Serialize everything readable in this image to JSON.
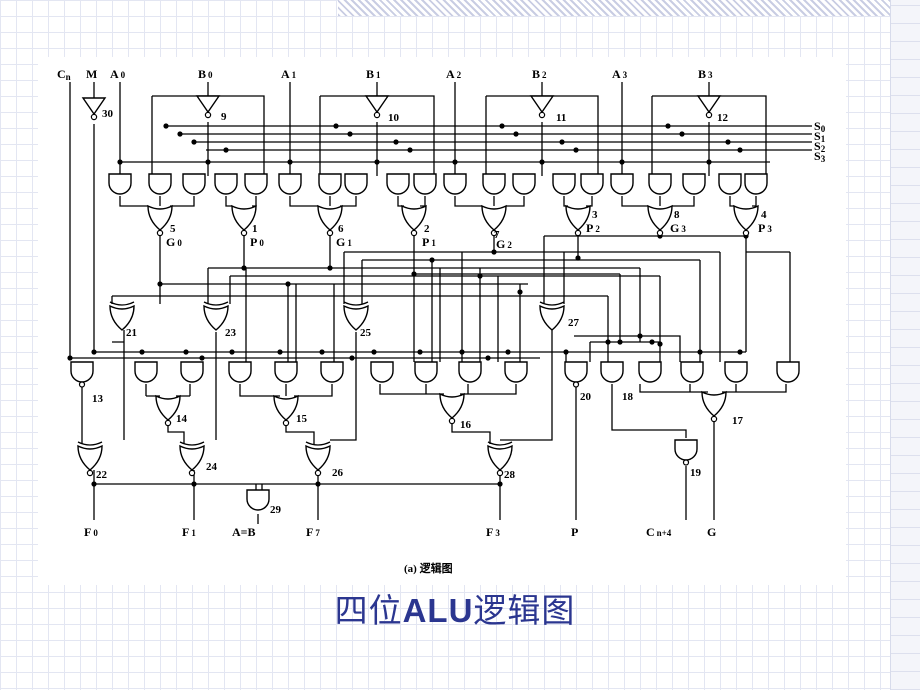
{
  "diagram": {
    "top_inputs": {
      "cn": "C",
      "cn_sub": "n",
      "m": "M",
      "a0": "A",
      "a0_sub": "0",
      "b0": "B",
      "b0_sub": "0",
      "a1": "A",
      "a1_sub": "1",
      "b1": "B",
      "b1_sub": "1",
      "a2": "A",
      "a2_sub": "2",
      "b2": "B",
      "b2_sub": "2",
      "a3": "A",
      "a3_sub": "3",
      "b3": "B",
      "b3_sub": "3"
    },
    "select_lines": [
      {
        "name": "S",
        "sub": "0"
      },
      {
        "name": "S",
        "sub": "1"
      },
      {
        "name": "S",
        "sub": "2"
      },
      {
        "name": "S",
        "sub": "3"
      }
    ],
    "gate_numbers": {
      "g30": "30",
      "g9": "9",
      "g10": "10",
      "g11": "11",
      "g12": "12",
      "g5": "5",
      "g1": "1",
      "g6": "6",
      "g2": "2",
      "g7": "7",
      "g3": "3",
      "g8": "8",
      "g4": "4",
      "g21": "21",
      "g23": "23",
      "g25": "25",
      "g27": "27",
      "g13": "13",
      "g14": "14",
      "g15": "15",
      "g16": "16",
      "g20": "20",
      "g18": "18",
      "g17": "17",
      "g22": "22",
      "g24": "24",
      "g26": "26",
      "g28": "28",
      "g29": "29",
      "g19": "19"
    },
    "mid_signals": {
      "g0": "G",
      "g0_sub": "0",
      "p0": "P",
      "p0_sub": "0",
      "g1": "G",
      "g1_sub": "1",
      "p1": "P",
      "p1_sub": "1",
      "g2": "G",
      "g2_sub": "2",
      "p2": "P",
      "p2_sub": "2",
      "g3": "G",
      "g3_sub": "3",
      "p3": "P",
      "p3_sub": "3"
    },
    "outputs": {
      "f0": "F",
      "f0_sub": "0",
      "f1": "F",
      "f1_sub": "1",
      "aeqb": "A=B",
      "f7": "F",
      "f7_sub": "7",
      "f3": "F",
      "f3_sub": "3",
      "p": "P",
      "cn4": "C",
      "cn4_sub": "n+4",
      "g": "G"
    },
    "caption": "(a)  逻辑图"
  },
  "slide": {
    "title_pre": "四位",
    "title_bold": "ALU",
    "title_post": "逻辑图"
  },
  "colors": {
    "title": "#2b3690",
    "grid": "#e3e6f2",
    "ink": "#000000"
  }
}
